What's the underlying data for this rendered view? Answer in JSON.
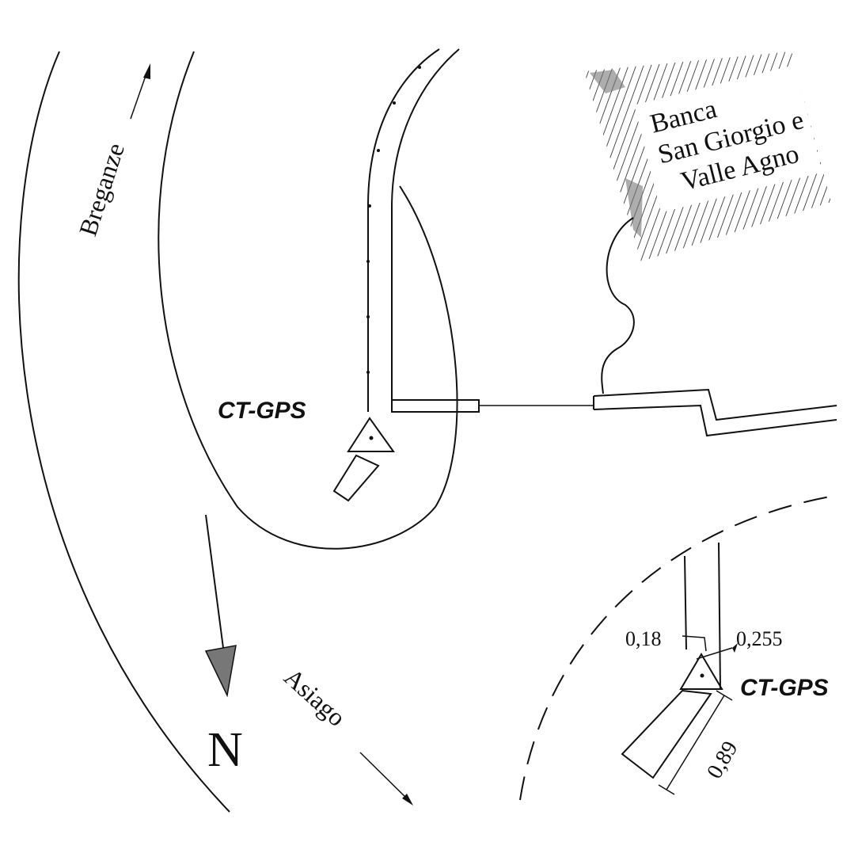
{
  "labels": {
    "breganze": "Breganze",
    "asiago": "Asiago",
    "north": "N",
    "bank_line1": "Banca",
    "bank_line2": "San Giorgio e",
    "bank_line3": "Valle Agno",
    "station_main": "CT-GPS",
    "station_detail": "CT-GPS"
  },
  "dimensions": {
    "offset_left": "0,18",
    "offset_right": "0,255",
    "length": "0,89"
  },
  "colors": {
    "ink": "#111111",
    "hatch_dark": "#555555",
    "arrow_fill": "#777777"
  }
}
